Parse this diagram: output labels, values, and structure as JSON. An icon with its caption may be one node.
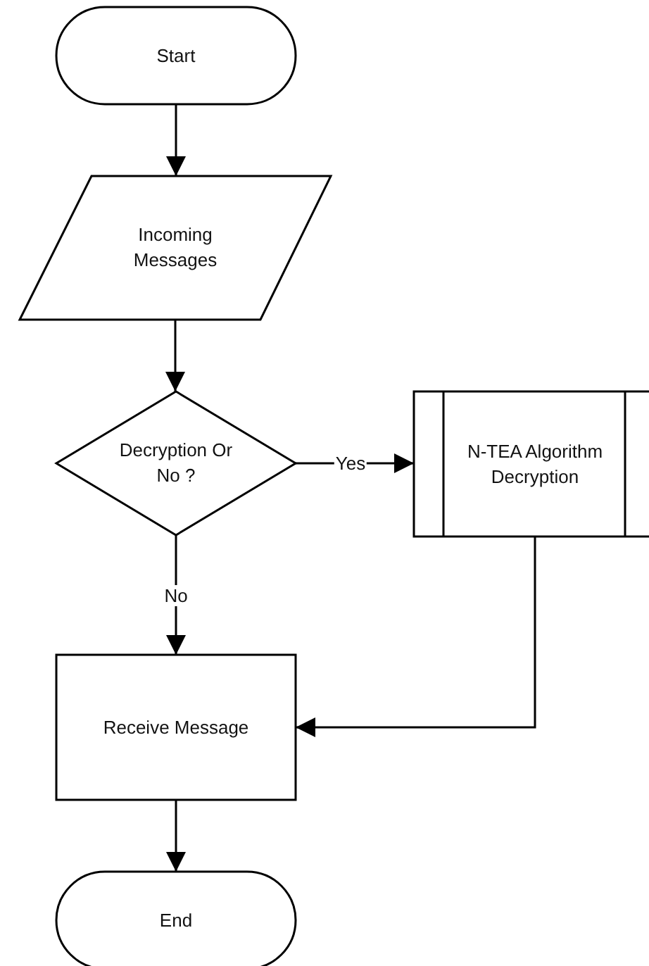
{
  "diagram": {
    "nodes": [
      {
        "text": [
          "Start"
        ]
      },
      {
        "text": [
          "Incoming Messages"
        ]
      },
      {
        "text": [
          "Decryption Or No ?"
        ]
      },
      {
        "text": [
          "N-TEA Algorithm Decryption"
        ]
      },
      {
        "text": [
          "Receive Message"
        ]
      },
      {
        "text": [
          "End"
        ]
      }
    ],
    "edges": [
      {
        "from": 0,
        "to": 1,
        "arrow": "to"
      },
      {
        "from": 1,
        "to": 2,
        "arrow": "to"
      },
      {
        "from": 2,
        "to": 3,
        "arrow": "to",
        "label": "Yes"
      },
      {
        "from": 2,
        "to": 4,
        "arrow": "to",
        "label": "No"
      },
      {
        "from": 3,
        "to": 4,
        "arrow": "to"
      },
      {
        "from": 4,
        "to": 5,
        "arrow": "to"
      }
    ]
  }
}
